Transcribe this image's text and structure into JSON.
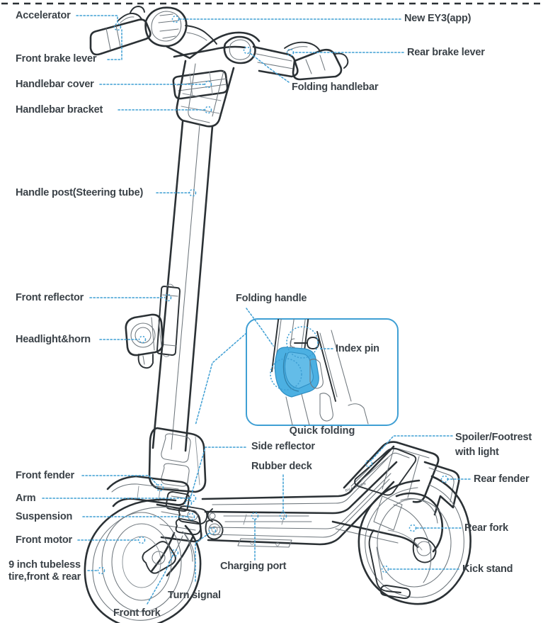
{
  "diagram": {
    "title": "Electric scooter exploded parts callout diagram",
    "top_rule": "dashed-divider",
    "accent_color": "#3f9fd4",
    "highlight_color": "#4cb0e2",
    "label_color": "#3b4248",
    "line_color": "#2b3135",
    "deck_brand": "DUALTRON"
  },
  "labels": {
    "accelerator": "Accelerator",
    "front_brake_lever": "Front brake lever",
    "handlebar_cover": "Handlebar cover",
    "handlebar_bracket": "Handlebar bracket",
    "handle_post": "Handle post(Steering tube)",
    "front_reflector": "Front reflector",
    "headlight_horn": "Headlight&horn",
    "front_fender": "Front fender",
    "arm": "Arm",
    "suspension": "Suspension",
    "front_motor": "Front motor",
    "tire": "9 inch tubeless\ntire,front & rear",
    "front_fork": "Front fork",
    "turn_signal": "Turn signal",
    "charging_port": "Charging port",
    "rubber_deck": "Rubber deck",
    "side_reflector": "Side reflector",
    "new_ey3": "New EY3(app)",
    "rear_brake_lever": "Rear brake lever",
    "folding_handlebar": "Folding handlebar",
    "spoiler_footrest": "Spoiler/Footrest\nwith light",
    "rear_fender": "Rear fender",
    "rear_fork": "Rear fork",
    "kick_stand": "Kick stand"
  },
  "inset": {
    "folding_handle": "Folding handle",
    "index_pin": "Index pin",
    "caption": "Quick folding"
  }
}
